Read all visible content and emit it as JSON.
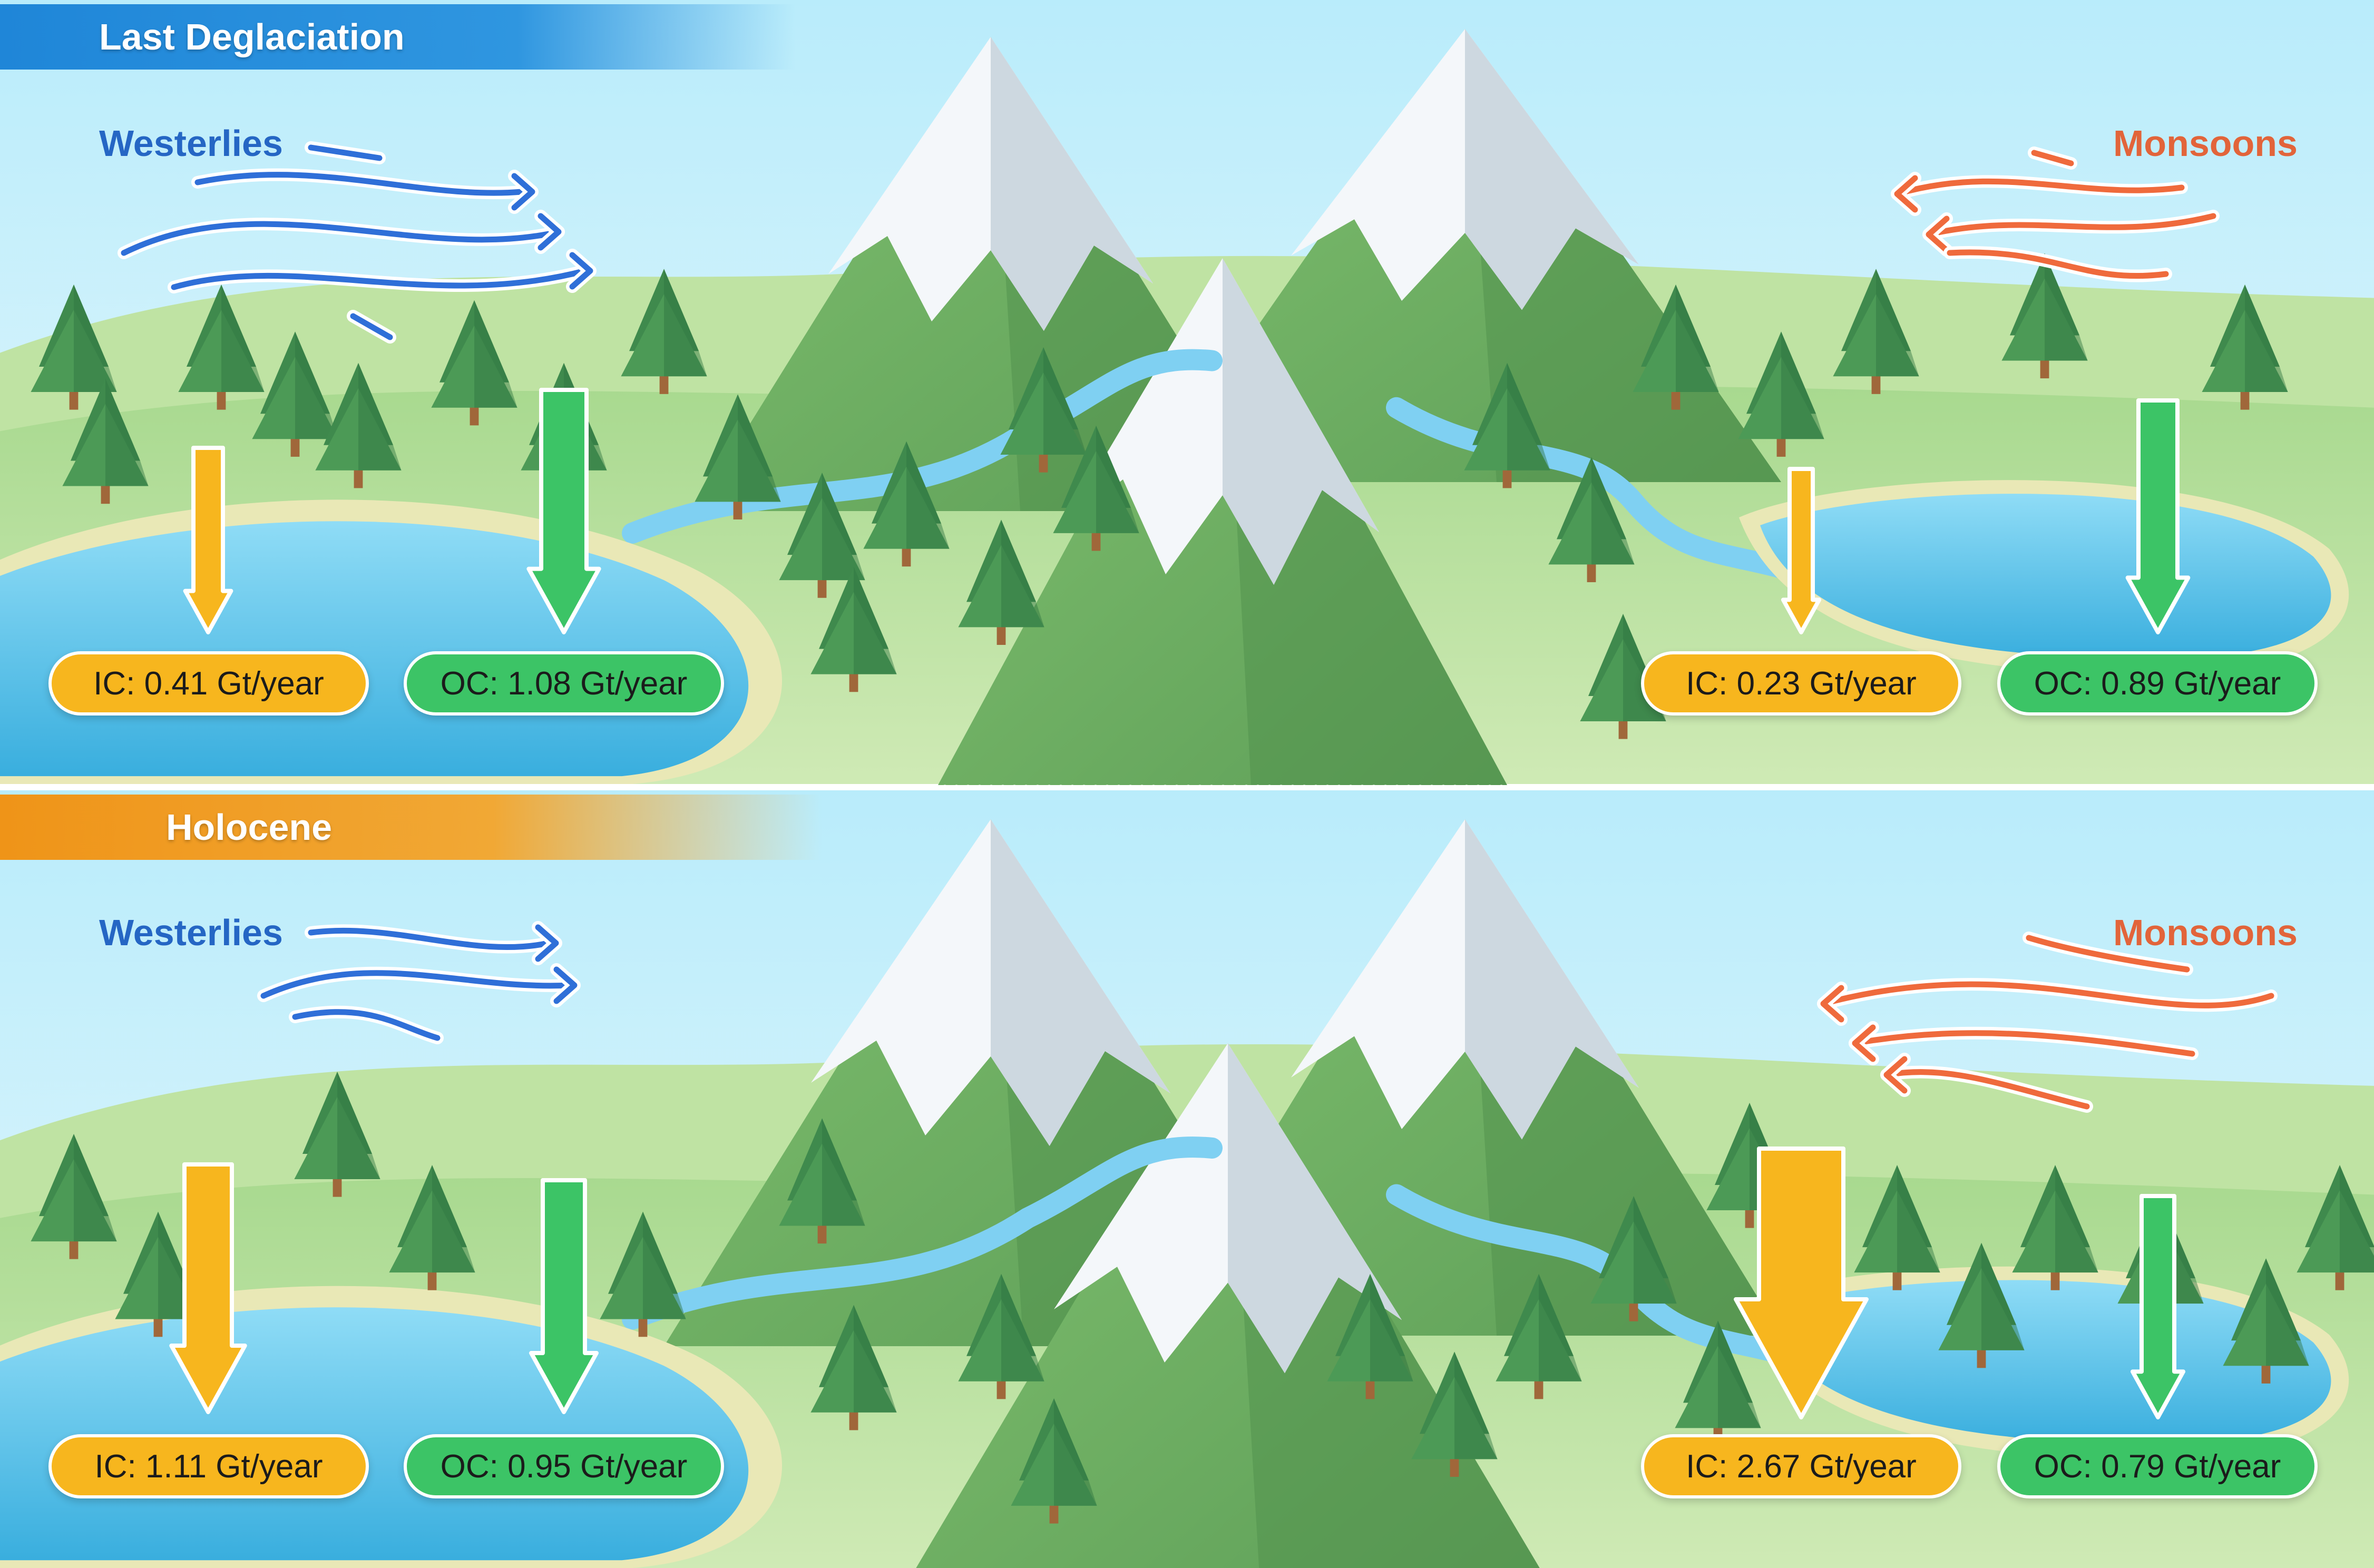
{
  "panels": {
    "deglaciation": {
      "title": "Last Deglaciation",
      "westerlies_label": "Westerlies",
      "monsoons_label": "Monsoons",
      "west_ic": "IC: 0.41 Gt/year",
      "west_oc": "OC: 1.08 Gt/year",
      "east_ic": "IC: 0.23 Gt/year",
      "east_oc": "OC: 0.89 Gt/year"
    },
    "holocene": {
      "title": "Holocene",
      "westerlies_label": "Westerlies",
      "monsoons_label": "Monsoons",
      "west_ic": "IC: 1.11 Gt/year",
      "west_oc": "OC: 0.95 Gt/year",
      "east_ic": "IC: 2.67 Gt/year",
      "east_oc": "OC: 0.79 Gt/year"
    }
  },
  "colors": {
    "westerlies": "#2f6fd8",
    "monsoons": "#ef6a3c",
    "ic": "#f7b61e",
    "oc": "#3cc466",
    "deglaciation_banner": "#1f86d8",
    "holocene_banner": "#ef9418"
  }
}
